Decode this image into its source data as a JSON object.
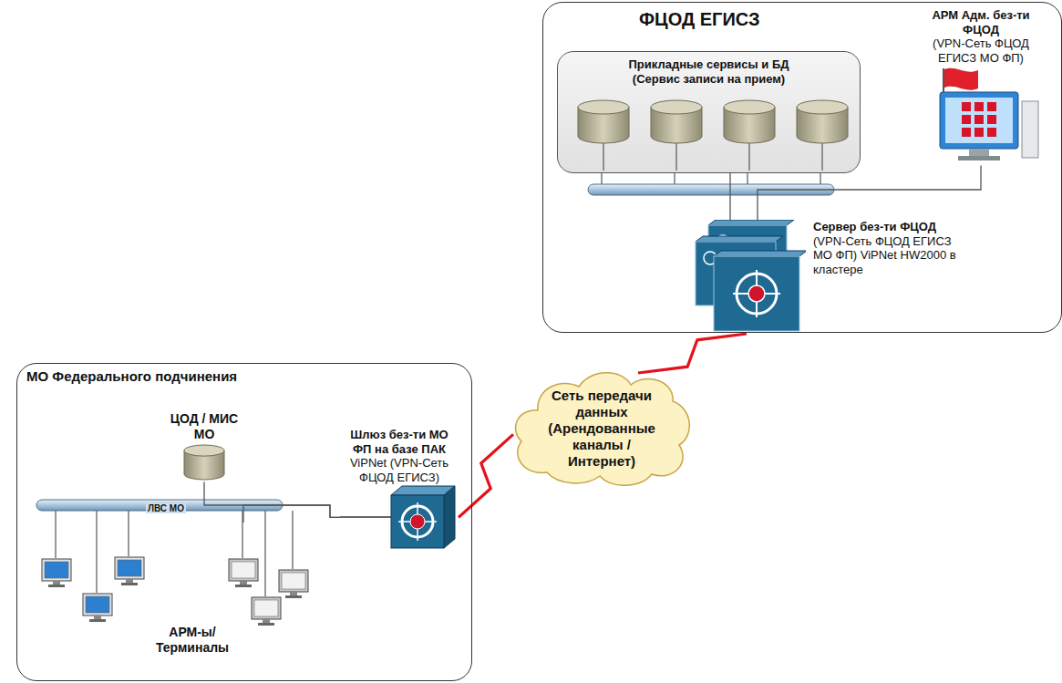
{
  "diagram": {
    "nodes": [
      {
        "text": [
          "ФЦОД ЕГИСЗ"
        ]
      },
      {
        "text": [
          "Прикладные сервисы и БД (Сервис записи на прием)"
        ],
        "in": 0
      },
      {
        "text": [
          "АРМ Адм. без-ти ФЦОД",
          "(VPN-Сеть ФЦОД ЕГИСЗ МО ФП)"
        ],
        "in": 0
      },
      {
        "text": [
          "Сервер без-ти ФЦОД",
          "(VPN-Сеть ФЦОД ЕГИСЗ МО ФП) ViPNet HW2000 в кластере"
        ],
        "in": 0
      },
      {
        "text": [
          "МО Федерального подчинения"
        ]
      },
      {
        "text": [
          "ЦОД / МИС МО"
        ],
        "in": 4
      },
      {
        "text": [
          "АРМ-ы/ Терминалы"
        ],
        "in": 4
      },
      {
        "text": [
          "Шлюз без-ти МО ФП на базе ПАК",
          "ViPNet (VPN-Сеть ФЦОД ЕГИСЗ)"
        ],
        "in": 4
      },
      {
        "text": [
          "Сеть передачи данных (Арендованные каналы / Интернет)"
        ]
      }
    ],
    "edges": [
      {
        "from": 3,
        "to": 1,
        "arrow": "none"
      },
      {
        "from": 3,
        "to": 2,
        "arrow": "none"
      },
      {
        "from": 7,
        "to": 5,
        "arrow": "none"
      },
      {
        "from": 7,
        "to": 6,
        "arrow": "none"
      },
      {
        "from": 7,
        "to": 8,
        "arrow": "none"
      },
      {
        "from": 8,
        "to": 3,
        "arrow": "none"
      }
    ],
    "labels": [
      "ЛВС МО"
    ]
  }
}
